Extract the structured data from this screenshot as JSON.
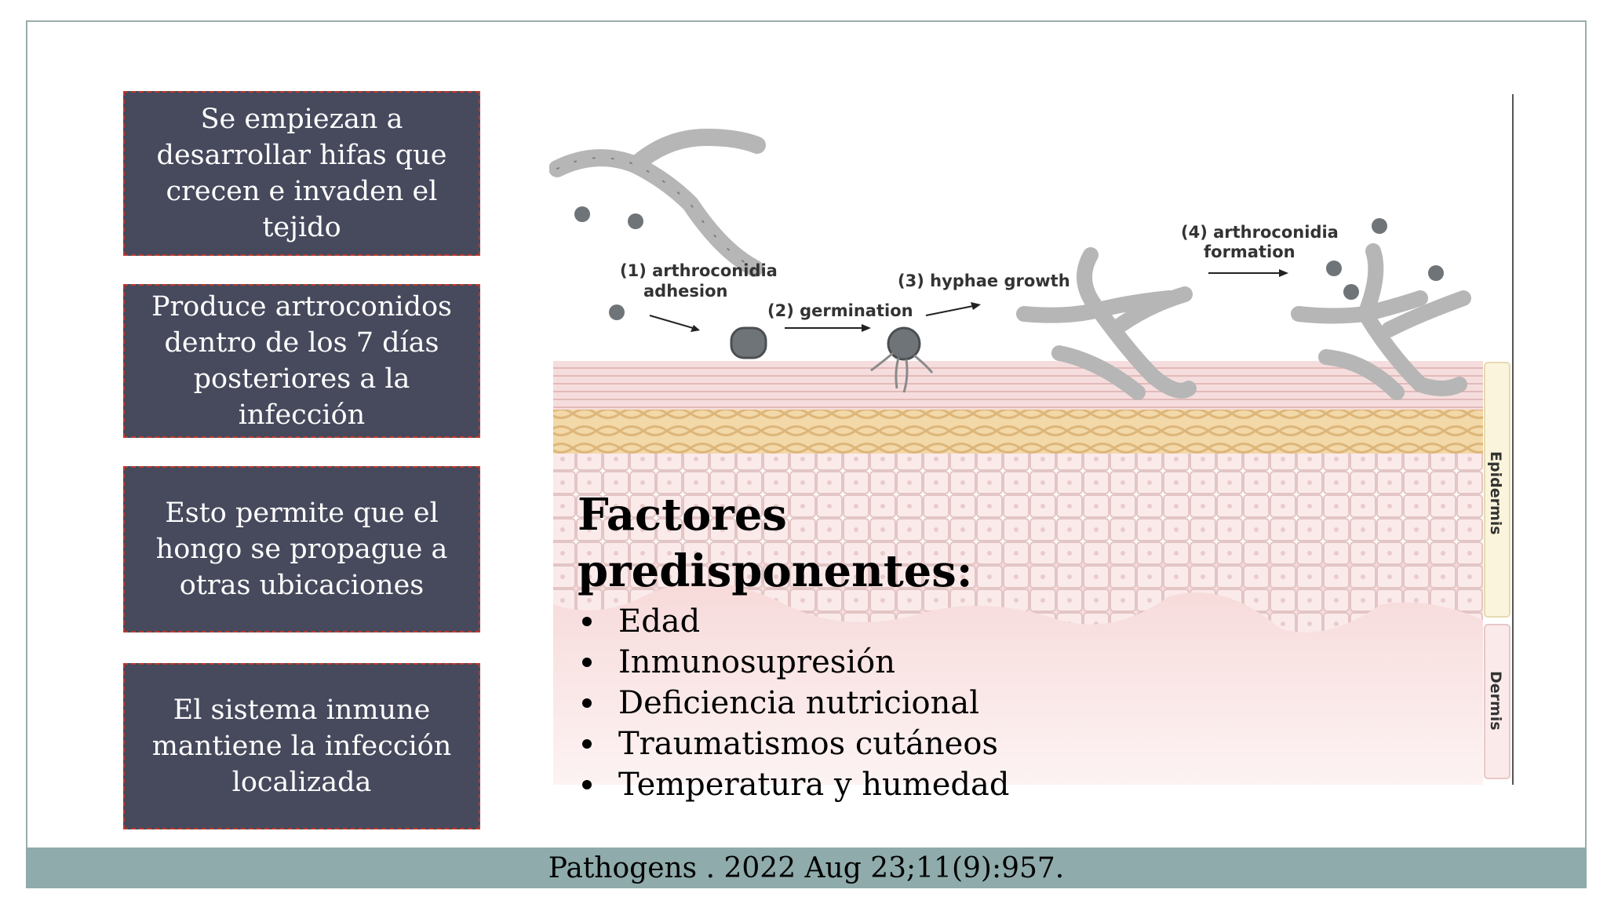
{
  "boxes": [
    {
      "text": "Se empiezan a desarrollar hifas que crecen e invaden el tejido"
    },
    {
      "text": "Produce artroconidos dentro de los 7 días posteriores a la infección"
    },
    {
      "text": "Esto permite que el hongo se propague a otras ubicaciones"
    },
    {
      "text": "El sistema inmune mantiene la infección localizada"
    }
  ],
  "figure": {
    "step1": [
      "(1) arthroconidia",
      "adhesion"
    ],
    "step2": "(2) germination",
    "step3": "(3) hyphae growth",
    "step4": [
      "(4) arthroconidia",
      "formation"
    ],
    "epidermis_label": "Epidermis",
    "dermis_label": "Dermis"
  },
  "factors": {
    "title_line1": "Factores",
    "title_line2": "predisponentes:",
    "items": [
      "Edad",
      "Inmunosupresión",
      "Deficiencia nutricional",
      "Traumatismos cutáneos",
      "Temperatura y humedad"
    ]
  },
  "citation": "Pathogens . 2022 Aug 23;11(9):957.",
  "colors": {
    "box_fill": "#474a5d",
    "box_border": "#c0392b",
    "footer_bar": "#8fabab",
    "frame_border": "#98adad"
  }
}
